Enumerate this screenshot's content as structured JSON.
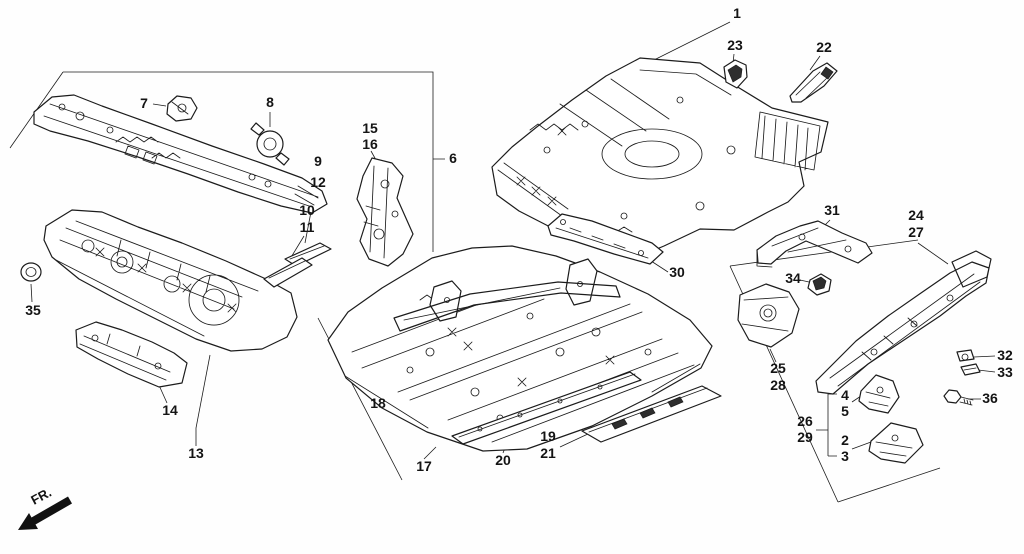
{
  "diagram": {
    "type": "exploded-parts-diagram",
    "background_color": "#ffffff",
    "line_color": "#1c1c1c",
    "direction_label": "FR.",
    "labels": [
      {
        "text": "1"
      },
      {
        "text": "23"
      },
      {
        "text": "22"
      },
      {
        "text": "7"
      },
      {
        "text": "8"
      },
      {
        "text": "15"
      },
      {
        "text": "16"
      },
      {
        "text": "6"
      },
      {
        "text": "9"
      },
      {
        "text": "12"
      },
      {
        "text": "10"
      },
      {
        "text": "11"
      },
      {
        "text": "35"
      },
      {
        "text": "14"
      },
      {
        "text": "13"
      },
      {
        "text": "18"
      },
      {
        "text": "17"
      },
      {
        "text": "20"
      },
      {
        "text": "19"
      },
      {
        "text": "21"
      },
      {
        "text": "30"
      },
      {
        "text": "31"
      },
      {
        "text": "24"
      },
      {
        "text": "27"
      },
      {
        "text": "34"
      },
      {
        "text": "25"
      },
      {
        "text": "28"
      },
      {
        "text": "32"
      },
      {
        "text": "33"
      },
      {
        "text": "36"
      },
      {
        "text": "4"
      },
      {
        "text": "5"
      },
      {
        "text": "26"
      },
      {
        "text": "29"
      },
      {
        "text": "2"
      },
      {
        "text": "3"
      }
    ]
  }
}
